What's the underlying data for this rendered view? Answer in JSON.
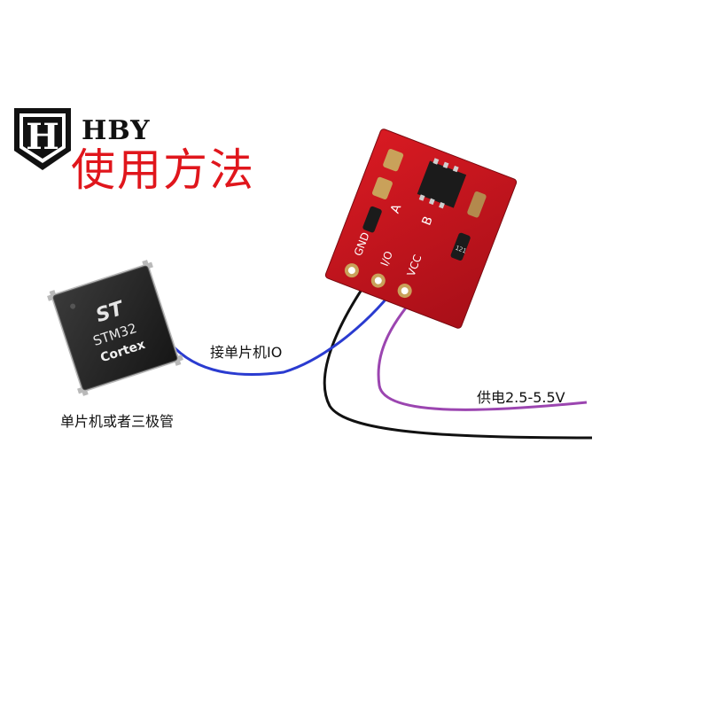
{
  "brand": {
    "logo_letter": "H",
    "name": "HBY"
  },
  "title": "使用方法",
  "chip": {
    "logo": "ST",
    "part": "STM32",
    "core": "Cortex"
  },
  "module": {
    "pins": [
      "GND",
      "I/O",
      "VCC"
    ],
    "pads": [
      "A",
      "B"
    ],
    "component_code": "121"
  },
  "labels": {
    "io": "接单片机IO",
    "power": "供电2.5-5.5V",
    "mcu": "单片机或者三极管"
  },
  "colors": {
    "title": "#e0161c",
    "pcb": "#c8141e",
    "wire_io": "#2a3bd0",
    "wire_vcc": "#9b45b0",
    "wire_gnd": "#111111"
  }
}
